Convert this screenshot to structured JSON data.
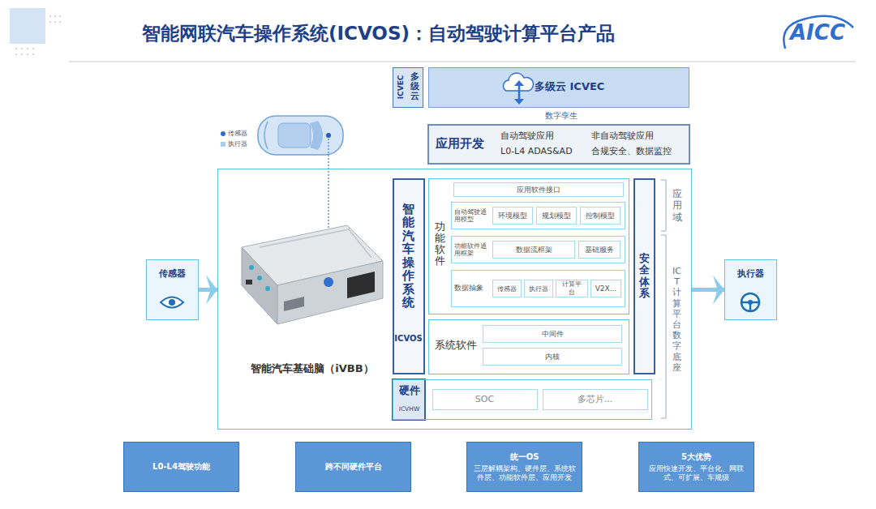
{
  "diagram": {
    "title": "智能网联汽车操作系统(ICVOS)：自动驾驶计算平台产品",
    "nodes": [
      {
        "text": [
          "多级云",
          "ICVEC"
        ]
      },
      {
        "text": [
          "多级云 ICVEC"
        ]
      },
      {
        "text": [
          "应用开发",
          "自动驾驶应用",
          "L0-L4 ADAS&AD",
          "非自动驾驶应用",
          "合规安全、数据监控"
        ]
      },
      {
        "text": [
          "传感器"
        ]
      },
      {
        "text": [
          "智能汽车基础脑（iVBB）"
        ]
      },
      {
        "text": [
          "智能汽车操作系统",
          "ICVOS"
        ],
        "in": 4
      },
      {
        "text": [
          "功能软件"
        ],
        "in": 4
      },
      {
        "text": [
          "应用软件接口"
        ],
        "in": 6
      },
      {
        "text": [
          "自动驾驶通用模型"
        ],
        "in": 6
      },
      {
        "text": [
          "环境模型"
        ],
        "in": 8
      },
      {
        "text": [
          "规划模型"
        ],
        "in": 8
      },
      {
        "text": [
          "控制模型"
        ],
        "in": 8
      },
      {
        "text": [
          "功能软件通用框架"
        ],
        "in": 6
      },
      {
        "text": [
          "数据流框架"
        ],
        "in": 12
      },
      {
        "text": [
          "基础服务"
        ],
        "in": 12
      },
      {
        "text": [
          "数据抽象"
        ],
        "in": 6
      },
      {
        "text": [
          "传感器"
        ],
        "in": 15
      },
      {
        "text": [
          "执行器"
        ],
        "in": 15
      },
      {
        "text": [
          "计算平台"
        ],
        "in": 15
      },
      {
        "text": [
          "V2X..."
        ],
        "in": 15
      },
      {
        "text": [
          "系统软件"
        ],
        "in": 4
      },
      {
        "text": [
          "中间件"
        ],
        "in": 20
      },
      {
        "text": [
          "内核"
        ],
        "in": 20
      },
      {
        "text": [
          "硬件",
          "ICVHW"
        ],
        "in": 4
      },
      {
        "text": [
          "SOC"
        ],
        "in": 23
      },
      {
        "text": [
          "多芯片..."
        ],
        "in": 23
      },
      {
        "text": [
          "安全体系"
        ],
        "in": 4
      },
      {
        "text": [
          "执行器"
        ]
      },
      {
        "text": [
          "L0-L4驾驶功能"
        ]
      },
      {
        "text": [
          "跨不同硬件平台"
        ]
      },
      {
        "text": [
          "统一OS",
          "三层解耦架构、硬件层、系统软件层、功能软件层、应用开发"
        ]
      },
      {
        "text": [
          "5大优势",
          "应用快速开发、平台化、网联式、可扩展、车规级"
        ]
      }
    ],
    "edges": [
      {
        "from": 3,
        "to": 4,
        "arrow": "to"
      },
      {
        "from": 4,
        "to": 27,
        "arrow": "to"
      }
    ],
    "labels": [
      "AICC",
      "数字孪生",
      "应用域",
      "ICT计算平台数字底座"
    ],
    "legend": [
      {
        "text": "传感器",
        "color": "#2f6fd0"
      },
      {
        "text": "执行器",
        "color": "#a9cdee"
      }
    ]
  }
}
